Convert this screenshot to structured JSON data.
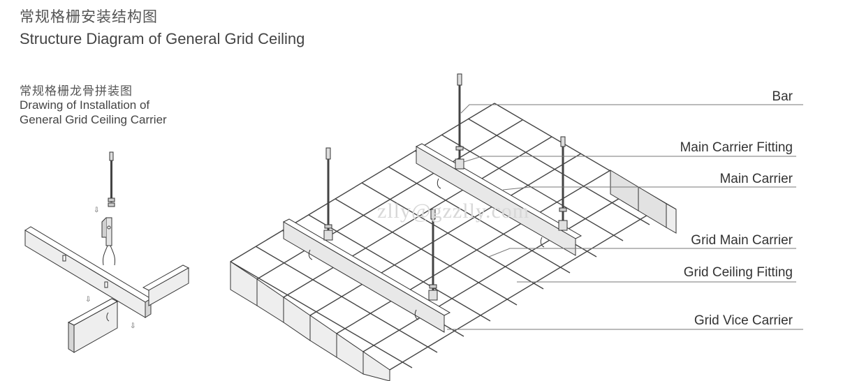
{
  "title": {
    "cn": "常规格栅安装结构图",
    "en": "Structure Diagram of General Grid Ceiling"
  },
  "subtitle": {
    "cn": "常规格栅龙骨拼装图",
    "en_line1": "Drawing of Installation of",
    "en_line2": "General Grid Ceiling Carrier"
  },
  "labels": {
    "bar": "Bar",
    "main_carrier_fitting": "Main Carrier Fitting",
    "main_carrier": "Main Carrier",
    "grid_main_carrier": "Grid Main Carrier",
    "grid_ceiling_fitting": "Grid Ceiling Fitting",
    "grid_vice_carrier": "Grid Vice Carrier"
  },
  "watermark": "zlly@gzzlly.com",
  "colors": {
    "line": "#333333",
    "fill_light": "#f2f2f2",
    "fill_mid": "#d9d9d9",
    "leader": "#777777"
  }
}
